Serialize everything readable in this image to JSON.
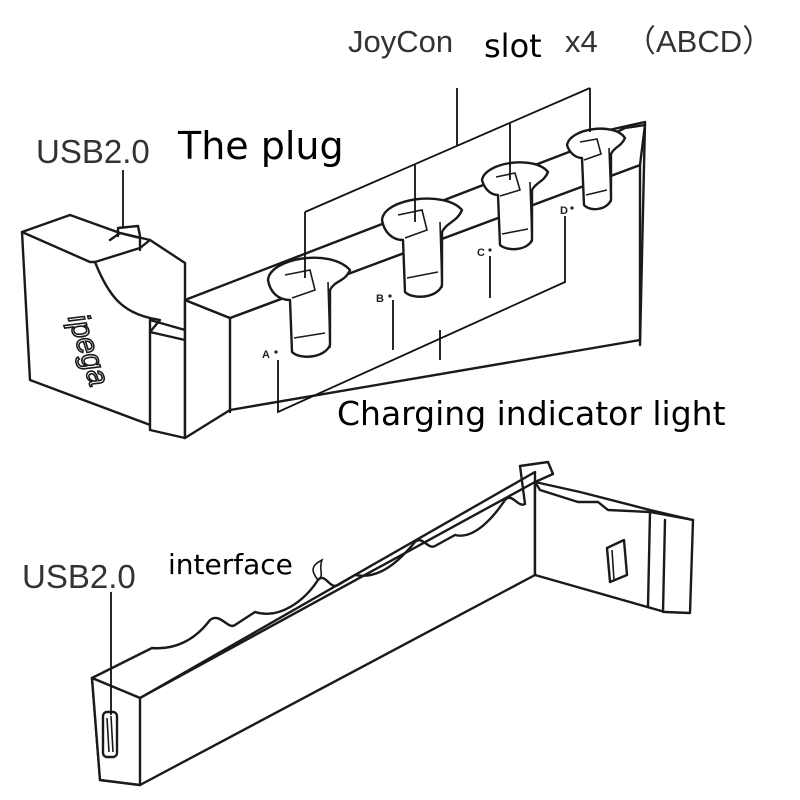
{
  "labels": {
    "slot_prefix": "JoyCon",
    "slot_word": "slot",
    "slot_count": "x4",
    "slot_ids": "（ABCD）",
    "usb_plug": "USB2.0",
    "plug": "The plug",
    "charging": "Charging indicator light",
    "usb_interface": "USB2.0",
    "interface": "interface"
  },
  "slot_letters": [
    "A",
    "B",
    "C",
    "D"
  ],
  "brand_logo": "ipega",
  "colors": {
    "line": "#1a1a1a",
    "background": "#ffffff"
  }
}
